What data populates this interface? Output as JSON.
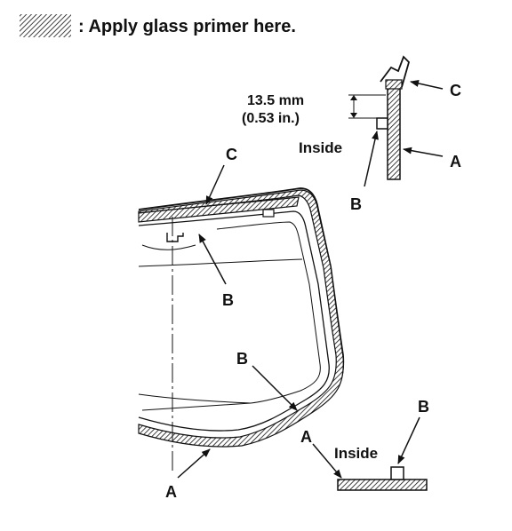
{
  "legend": {
    "text": ": Apply glass primer here.",
    "swatch_icon": "hatch-swatch-icon"
  },
  "detail_top": {
    "dimension_mm": "13.5 mm",
    "dimension_in": "(0.53 in.)",
    "inside_label": "Inside",
    "label_a": "A",
    "label_b": "B",
    "label_c": "C"
  },
  "main_view": {
    "label_c": "C",
    "label_b_upper": "B",
    "label_b_lower": "B",
    "label_a": "A"
  },
  "detail_bottom": {
    "label_a": "A",
    "label_b": "B",
    "inside_label": "Inside"
  },
  "colors": {
    "ink": "#111111",
    "background": "#ffffff"
  }
}
